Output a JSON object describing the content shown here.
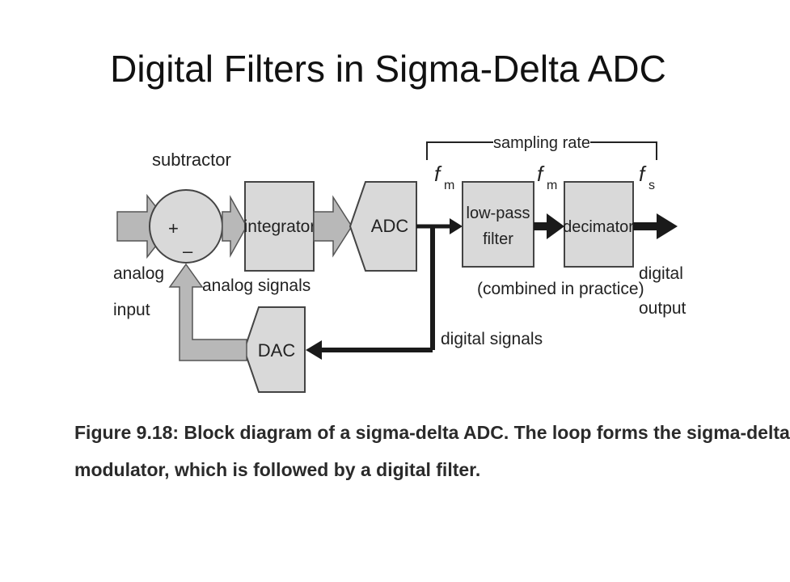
{
  "slide": {
    "title": "Digital Filters in Sigma-Delta ADC"
  },
  "diagram": {
    "subtractor_label": "subtractor",
    "plus_sign": "+",
    "minus_sign": "–",
    "integrator_label": "integrator",
    "adc_label": "ADC",
    "dac_label": "DAC",
    "lowpass_label_line1": "low-pass",
    "lowpass_label_line2": "filter",
    "decimator_label": "decimator",
    "sampling_rate_label": "sampling rate",
    "fm_main": "f",
    "fm_sub": "m",
    "fs_main": "f",
    "fs_sub": "s",
    "analog_input_line1": "analog",
    "analog_input_line2": "input",
    "analog_signals_label": "analog signals",
    "digital_signals_label": "digital signals",
    "combined_label": "(combined in practice)",
    "digital_output_line1": "digital",
    "digital_output_line2": "output",
    "colors": {
      "block_fill": "#d9d9d9",
      "arrow_gray": "#b8b8b8",
      "arrow_dark": "#1a1a1a"
    }
  },
  "caption": {
    "line1": "Figure 9.18:  Block diagram of a sigma-delta ADC. The loop forms the sigma-delta",
    "line2": "modulator, which is followed by a digital filter."
  }
}
